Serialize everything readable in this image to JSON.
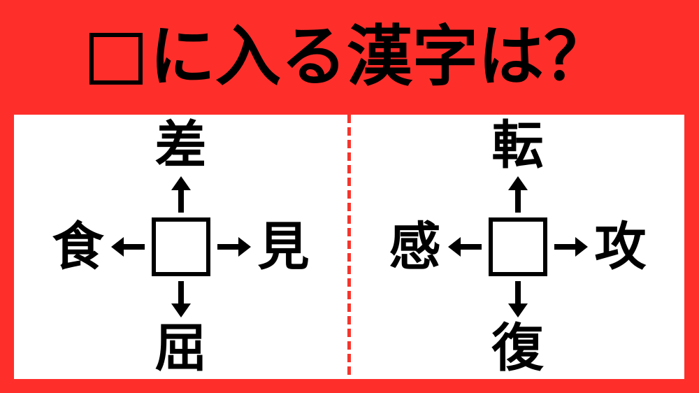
{
  "title": {
    "box_symbol": "□",
    "text": "に入る漢字は？"
  },
  "colors": {
    "background_red": "#fe2f2b",
    "panel_white": "#ffffff",
    "ink_black": "#000000",
    "divider_red_dashed": "#f5352c"
  },
  "icons": {
    "arrow_up": "↑",
    "arrow_down": "↓",
    "arrow_left": "←",
    "arrow_right": "→",
    "center_box": "empty-square"
  },
  "puzzles": [
    {
      "position": "left",
      "top": "差",
      "left": "食",
      "right": "見",
      "bottom": "屈",
      "center_value": ""
    },
    {
      "position": "right",
      "top": "転",
      "left": "感",
      "right": "攻",
      "bottom": "復",
      "center_value": ""
    }
  ]
}
